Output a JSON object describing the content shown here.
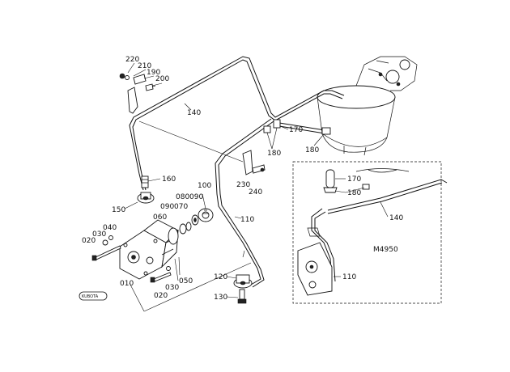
{
  "diagram": {
    "callouts": {
      "p220": "220",
      "p210": "210",
      "p190": "190",
      "p200": "200",
      "p140a": "140",
      "p160": "160",
      "p150": "150",
      "p040": "040",
      "p030a": "030",
      "p020a": "020",
      "p010": "010",
      "p060": "060",
      "p090a": "090",
      "p070": "070",
      "p080": "080",
      "p090b": "090",
      "p100": "100",
      "p050": "050",
      "p030b": "030",
      "p020b": "020",
      "p110a": "110",
      "p120": "120",
      "p130": "130",
      "p230": "230",
      "p240": "240",
      "p170a": "170",
      "p180a": "180",
      "p180b": "180",
      "p170b": "170",
      "p180c": "180",
      "p140b": "140",
      "p110b": "110"
    },
    "inset_code": "M4950",
    "logo_text": "KUBOTA"
  }
}
